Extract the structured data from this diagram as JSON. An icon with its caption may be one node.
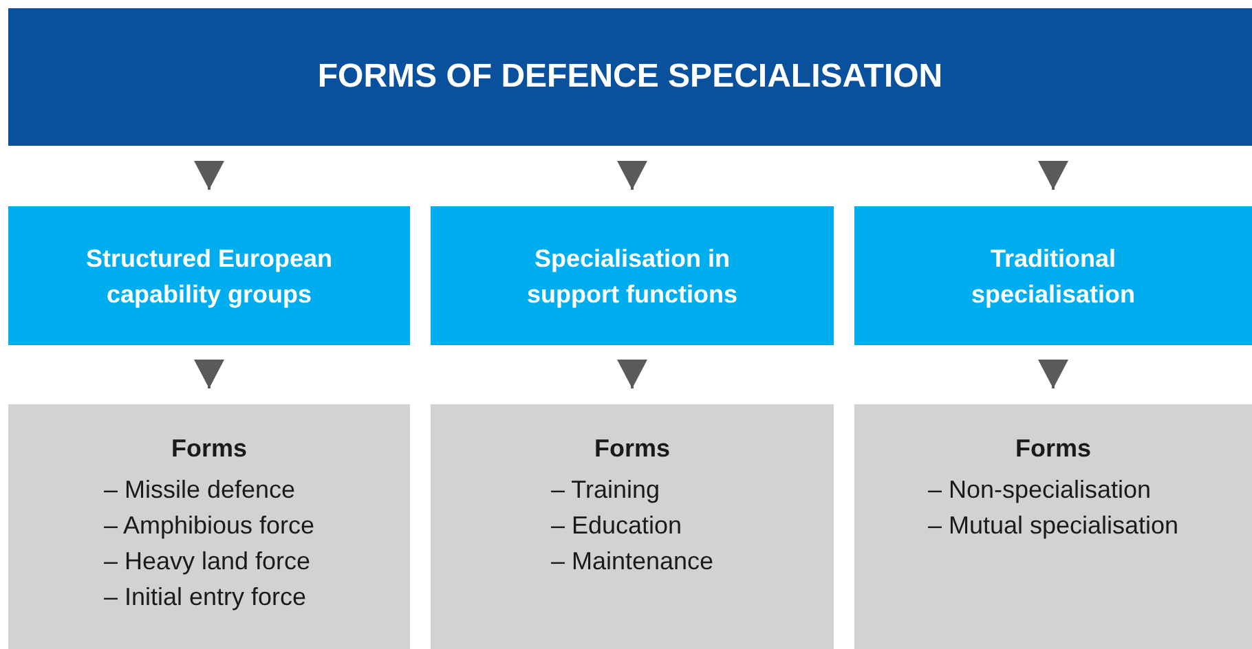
{
  "diagram": {
    "nodes": [
      {
        "text": [
          "FORMS OF DEFENCE SPECIALISATION"
        ]
      },
      {
        "text": [
          "Structured European capability groups"
        ]
      },
      {
        "text": [
          "Specialisation in support functions"
        ]
      },
      {
        "text": [
          "Traditional specialisation"
        ]
      },
      {
        "text": [
          "Forms",
          "– Missile defence",
          "– Amphibious force",
          "– Heavy land force",
          "– Initial entry force"
        ]
      },
      {
        "text": [
          "Forms",
          "– Training",
          "– Education",
          "– Maintenance"
        ]
      },
      {
        "text": [
          "Forms",
          "– Non-specialisation",
          "– Mutual specialisation"
        ]
      }
    ],
    "edges": [
      {
        "from": 0,
        "to": 1,
        "arrow": "to"
      },
      {
        "from": 0,
        "to": 2,
        "arrow": "to"
      },
      {
        "from": 0,
        "to": 3,
        "arrow": "to"
      },
      {
        "from": 1,
        "to": 4,
        "arrow": "to"
      },
      {
        "from": 2,
        "to": 5,
        "arrow": "to"
      },
      {
        "from": 3,
        "to": 6,
        "arrow": "to"
      }
    ]
  }
}
